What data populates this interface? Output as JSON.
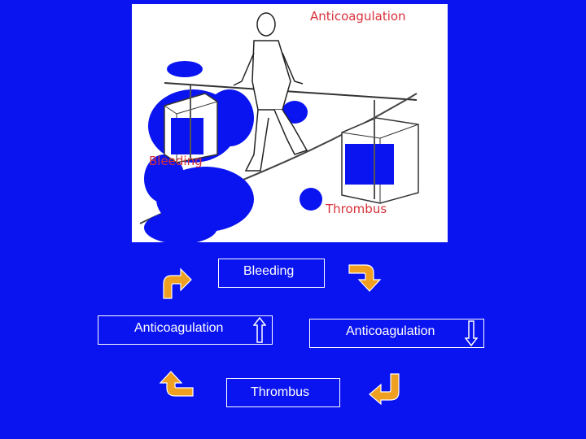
{
  "illustration": {
    "label_anticoagulation": "Anticoagulation",
    "label_bleeding": "Bleeding",
    "label_thrombus": "Thrombus"
  },
  "cycle": {
    "top_box": "Bleeding",
    "left_box": "Anticoagulation",
    "right_box": "Anticoagulation",
    "bottom_box": "Thrombus"
  },
  "colors": {
    "background": "#0A14F0",
    "arrow_orange": "#F0A020",
    "label_red": "#D8313A"
  }
}
